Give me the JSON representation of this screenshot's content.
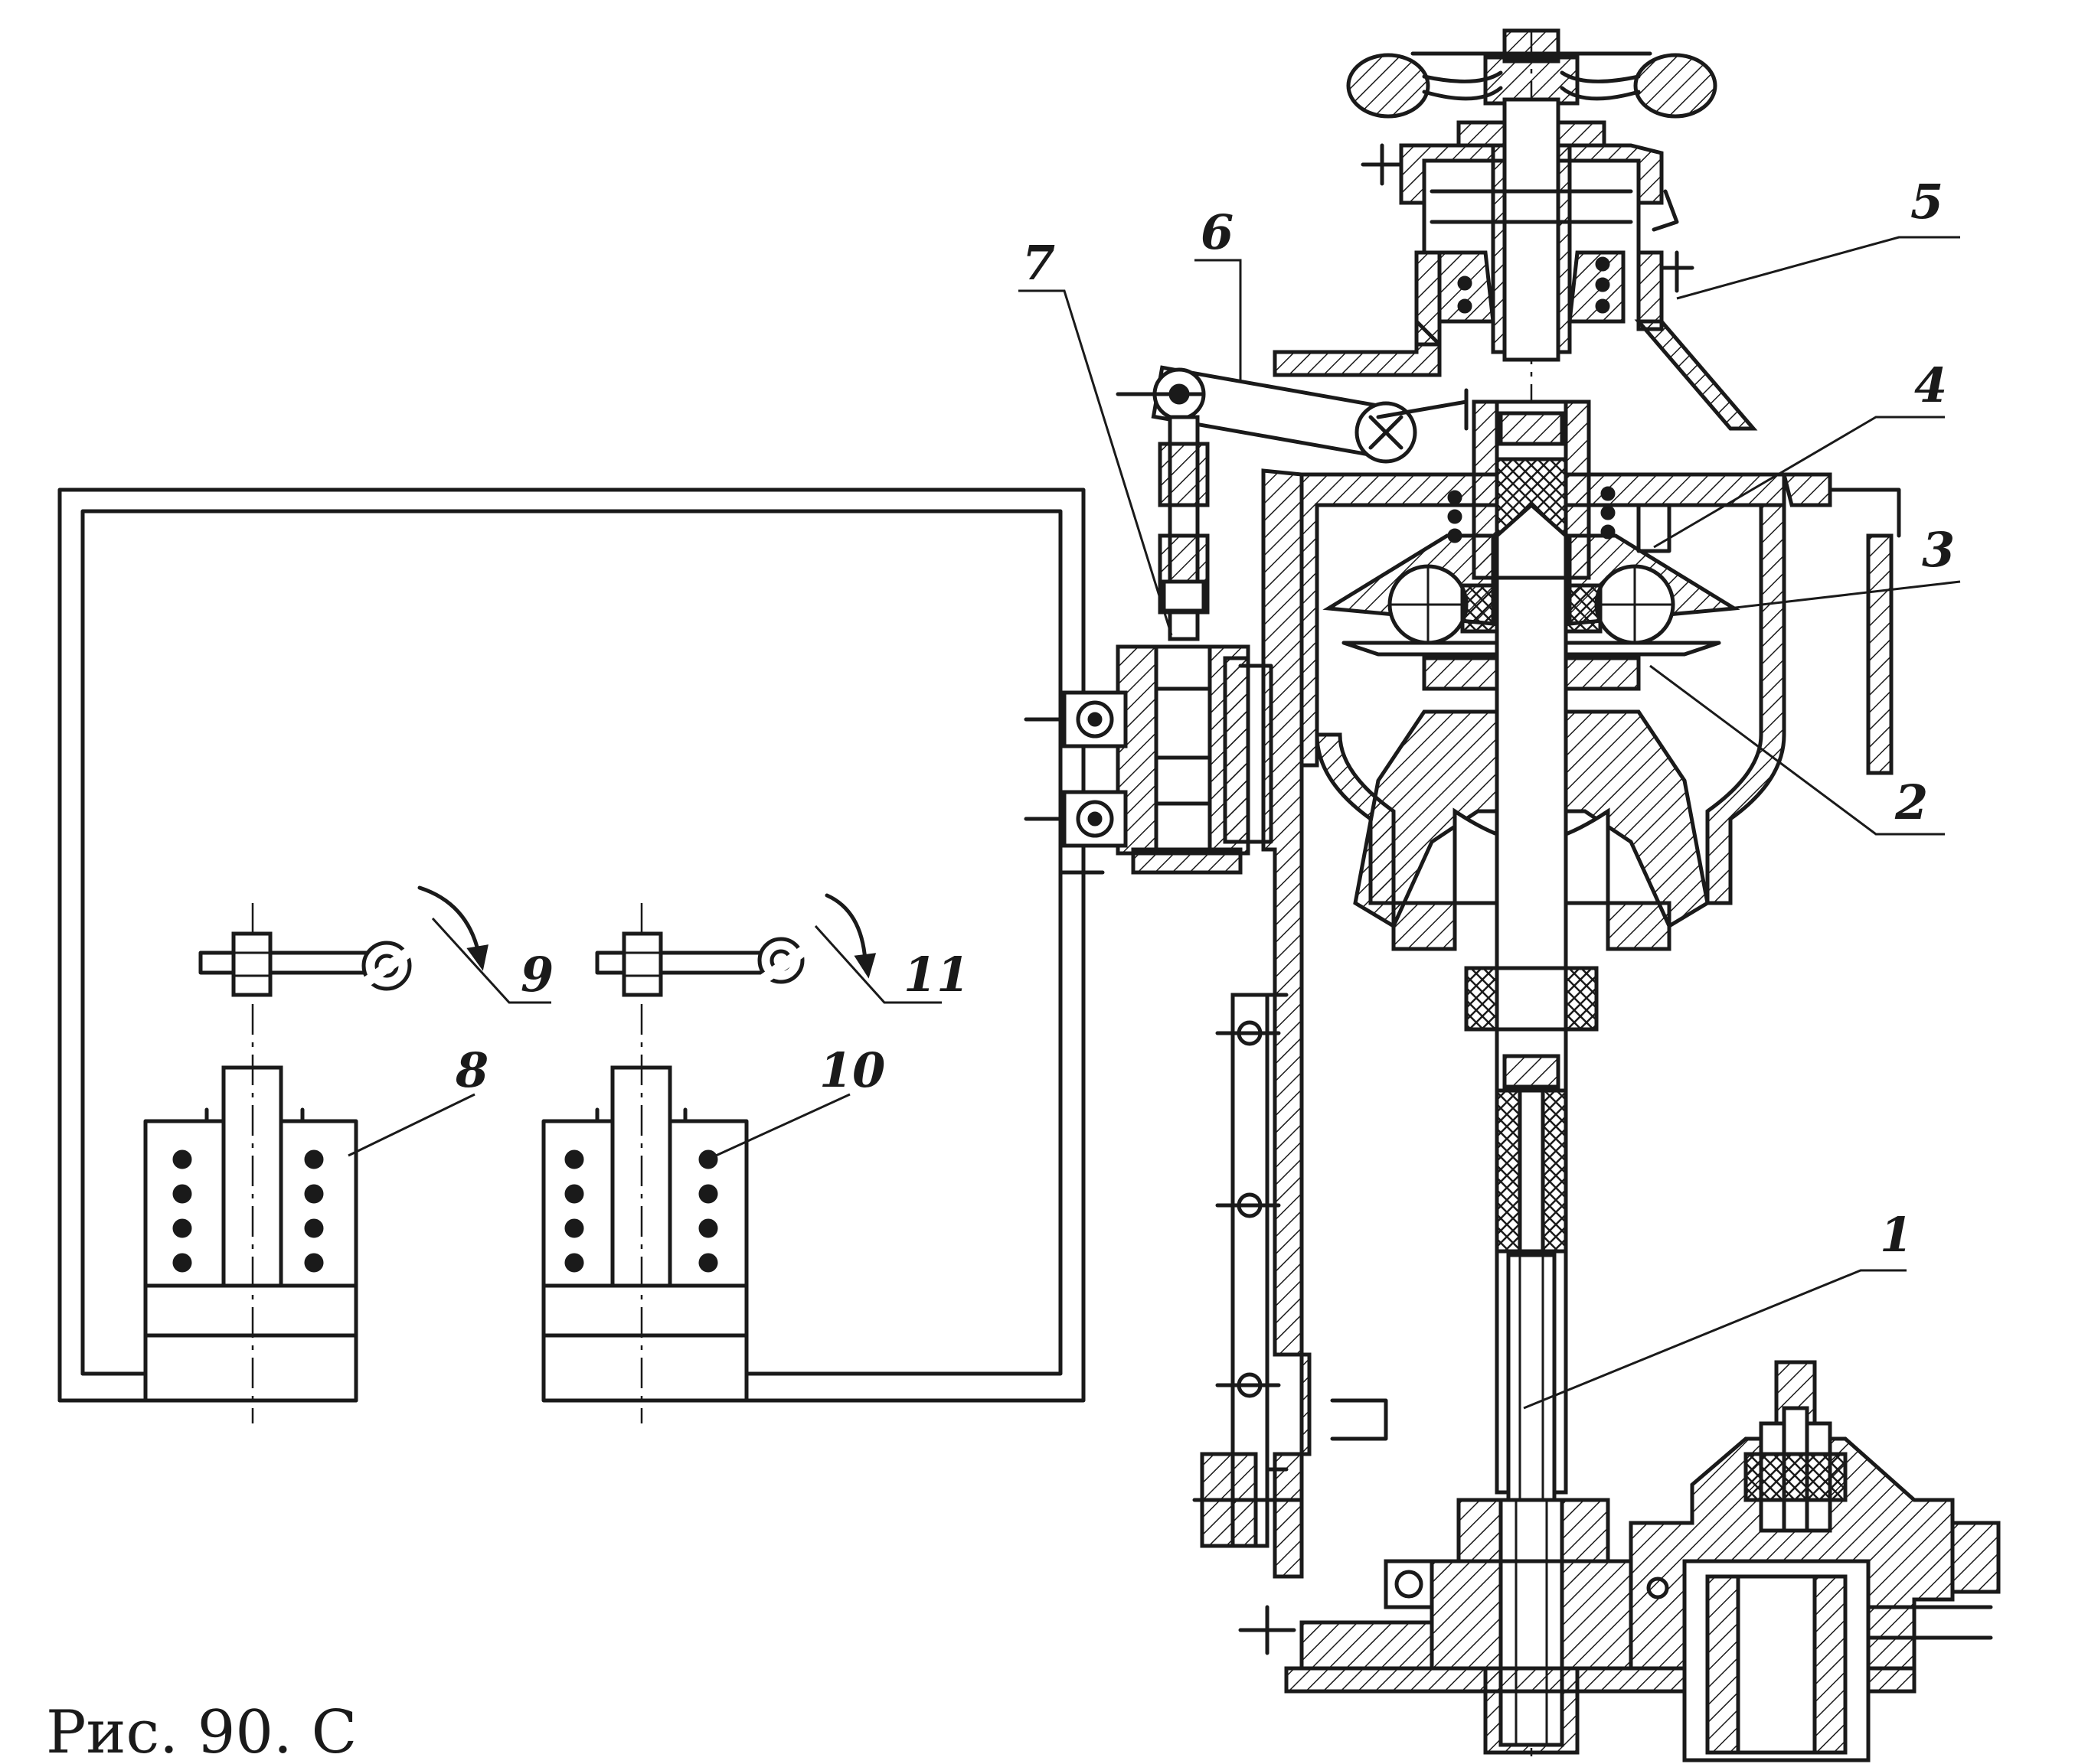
{
  "labels": [
    "1",
    "2",
    "3",
    "4",
    "5",
    "6",
    "7",
    "8",
    "9",
    "10",
    "11"
  ],
  "caption": "Рис. 90. С"
}
